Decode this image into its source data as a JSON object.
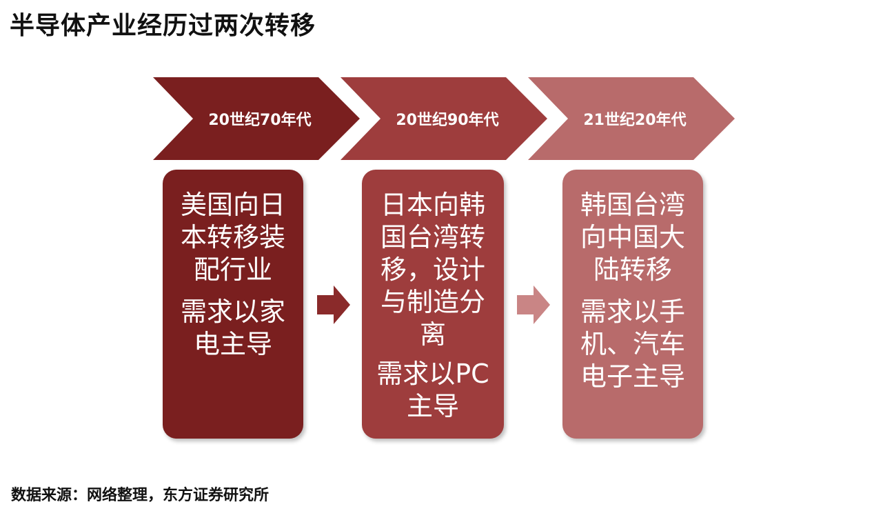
{
  "title": "半导体产业经历过两次转移",
  "colors": {
    "stage1": "#7a1f1f",
    "stage2": "#9e3d3d",
    "stage3": "#b86b6b"
  },
  "stages": [
    {
      "period": "20世纪70年代",
      "text": "美国向日\n本转移装\n配行业",
      "demand": "需求以家\n电主导"
    },
    {
      "period": "20世纪90年代",
      "text": "日本向韩\n国台湾转\n移，设计\n与制造分\n离",
      "demand": "需求以PC\n主导"
    },
    {
      "period": "21世纪20年代",
      "text": "韩国台湾\n向中国大\n陆转移",
      "demand": "需求以手\n机、汽车\n电子主导"
    }
  ],
  "source": "数据来源：网络整理，东方证券研究所"
}
